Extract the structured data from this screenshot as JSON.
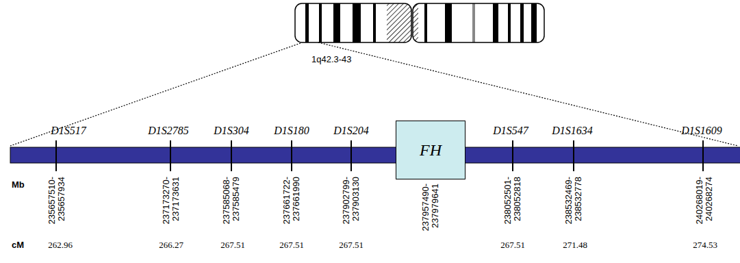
{
  "diagram": {
    "nodes": [
      {
        "text": [
          "FH"
        ]
      }
    ],
    "labels": [
      "1q42.3-43",
      "D1S517",
      "D1S2785",
      "D1S304",
      "D1S180",
      "D1S204",
      "D1S547",
      "D1S1634",
      "D1S1609",
      "Mb",
      "235657510- 235657934",
      "237173270- 237173631",
      "237585068- 237585479",
      "237661722- 237661990",
      "237902799- 237903130",
      "237957490- 237979641",
      "238052501- 238052818",
      "238532469- 238532778",
      "240268019- 240268274",
      "cM",
      "262.96",
      "266.27",
      "267.51",
      "267.51",
      "267.51",
      "267.51",
      "271.48",
      "274.53"
    ]
  }
}
